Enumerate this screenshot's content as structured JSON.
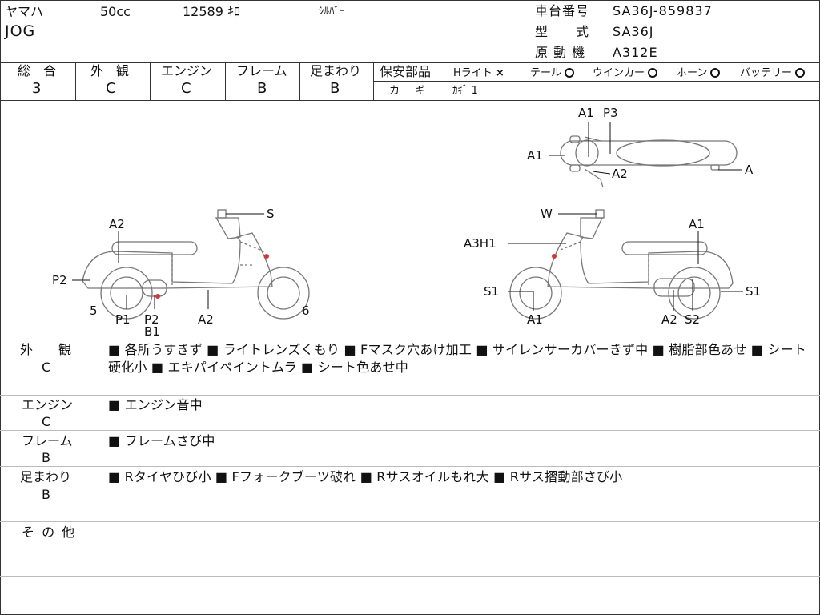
{
  "header": {
    "maker": "ヤマハ",
    "displacement": "50cc",
    "mileage": "12589 ｷﾛ",
    "color": "ｼﾙﾊﾞｰ",
    "model_name": "JOG",
    "chassis_label": "車台番号",
    "chassis_value": "SA36J-859837",
    "type_label": "型　　式",
    "type_value": "SA36J",
    "engine_label": "原 動 機",
    "engine_value": "A312E"
  },
  "grades": {
    "overall_label": "総　合",
    "overall_value": "3",
    "exterior_label": "外　観",
    "exterior_value": "C",
    "engine_label": "エンジン",
    "engine_value": "C",
    "frame_label": "フレーム",
    "frame_value": "B",
    "suspension_label": "足まわり",
    "suspension_value": "B"
  },
  "safety": {
    "title": "保安部品",
    "headlight": "Hライト",
    "headlight_mark": "×",
    "tail": "テール",
    "winker": "ウインカー",
    "horn": "ホーン",
    "battery": "バッテリー",
    "key_label": "カ　ギ",
    "key_value": "ｶｷﾞ 1"
  },
  "diagram_labels": {
    "top_a1": "A1",
    "top_p3": "P3",
    "top_a1_left": "A1",
    "top_a2": "A2",
    "top_a": "A",
    "left_a2_top": "A2",
    "left_s": "S",
    "left_p2": "P2",
    "left_5": "5",
    "left_p1": "P1",
    "left_p2_bottom": "P2",
    "left_b1": "B1",
    "left_a2_bottom": "A2",
    "left_6": "6",
    "right_w": "W",
    "right_a1_top": "A1",
    "right_a3h1": "A3H1",
    "right_s1_left": "S1",
    "right_s1_right": "S1",
    "right_a1_bottom": "A1",
    "right_a2": "A2",
    "right_s2": "S2"
  },
  "remarks": {
    "exterior_label": "外　　観",
    "exterior_grade": "C",
    "exterior_text": "■ 各所うすきず ■ ライトレンズくもり ■ Fマスク穴あけ加工 ■ サイレンサーカバーきず中 ■ 樹脂部色あせ ■ シート硬化小 ■ エキパイペイントムラ ■ シート色あせ中",
    "engine_label": "エンジン",
    "engine_grade": "C",
    "engine_text": "■ エンジン音中",
    "frame_label": "フレーム",
    "frame_grade": "B",
    "frame_text": "■ フレームさび中",
    "suspension_label": "足まわり",
    "suspension_grade": "B",
    "suspension_text": "■ Rタイヤひび小 ■ Fフォークブーツ破れ ■ Rサスオイルもれ大 ■ Rサス摺動部さび小",
    "other_label": "そ の 他"
  }
}
